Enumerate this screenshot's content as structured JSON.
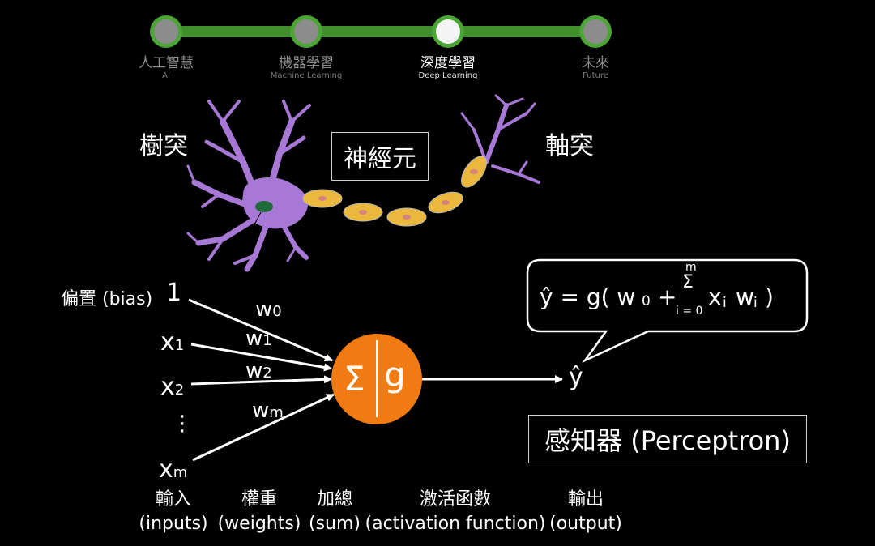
{
  "timeline": {
    "stages": [
      {
        "zh": "人工智慧",
        "en": "AI",
        "active": false
      },
      {
        "zh": "機器學習",
        "en": "Machine Learning",
        "active": false
      },
      {
        "zh": "深度學習",
        "en": "Deep Learning",
        "active": true
      },
      {
        "zh": "未來",
        "en": "Future",
        "active": false
      }
    ]
  },
  "neuron": {
    "dendrite_label": "樹突",
    "title": "神經元",
    "axon_label": "軸突"
  },
  "perceptron": {
    "bias_label": "偏置 (bias)",
    "bias_value": "1",
    "inputs": {
      "x1": {
        "base": "x",
        "sub": "1"
      },
      "x2": {
        "base": "x",
        "sub": "2"
      },
      "dots": "⋮",
      "xm": {
        "base": "x",
        "sub": "m"
      }
    },
    "weights": {
      "w0": {
        "base": "w",
        "sub": "0"
      },
      "w1": {
        "base": "w",
        "sub": "1"
      },
      "w2": {
        "base": "w",
        "sub": "2"
      },
      "wm": {
        "base": "w",
        "sub": "m"
      }
    },
    "node_sum_symbol": "Σ",
    "node_activation_symbol": "g",
    "output_symbol": "ŷ",
    "formula": {
      "lhs": "ŷ = g( w",
      "w_sub": "0",
      "plus": "+",
      "sigma": "Σ",
      "upper": "m",
      "lower": "i = 0",
      "x": "x",
      "x_sub": "i",
      "w": "w",
      "w2_sub": "i",
      "close": ")"
    },
    "title": "感知器 (Perceptron)",
    "bottom_labels": [
      {
        "zh": "輸入",
        "en": "(inputs)"
      },
      {
        "zh": "權重",
        "en": "(weights)"
      },
      {
        "zh": "加總",
        "en": "(sum)"
      },
      {
        "zh": "激活函數",
        "en": "(activation function)"
      },
      {
        "zh": "輸出",
        "en": "(output)"
      }
    ]
  },
  "colors": {
    "timeline_track": "#3f8f2a",
    "timeline_node_ring": "#4ba535",
    "node_fill": "#f07b12",
    "dendrite": "#a878d6",
    "axon_segment": "#e9b83c",
    "nucleus": "#1f6b3a"
  }
}
